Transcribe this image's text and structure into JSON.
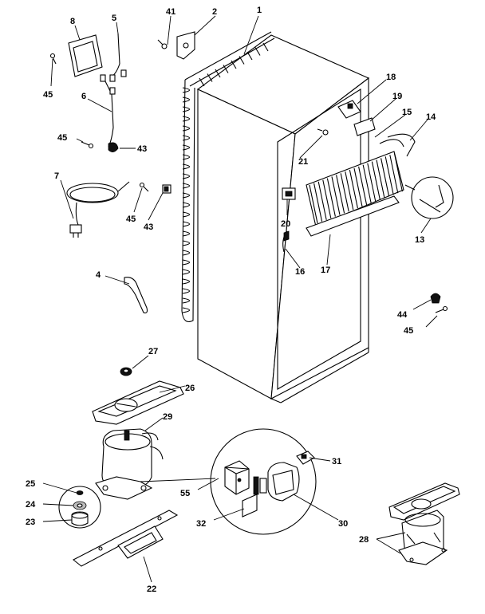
{
  "diagram": {
    "callouts": [
      {
        "id": "c8",
        "text": "8"
      },
      {
        "id": "c5",
        "text": "5"
      },
      {
        "id": "c41",
        "text": "41"
      },
      {
        "id": "c2",
        "text": "2"
      },
      {
        "id": "c1",
        "text": "1"
      },
      {
        "id": "c45a",
        "text": "45"
      },
      {
        "id": "c6",
        "text": "6"
      },
      {
        "id": "c45b",
        "text": "45"
      },
      {
        "id": "c43a",
        "text": "43"
      },
      {
        "id": "c7",
        "text": "7"
      },
      {
        "id": "c45c",
        "text": "45"
      },
      {
        "id": "c43b",
        "text": "43"
      },
      {
        "id": "c18",
        "text": "18"
      },
      {
        "id": "c19",
        "text": "19"
      },
      {
        "id": "c15",
        "text": "15"
      },
      {
        "id": "c14",
        "text": "14"
      },
      {
        "id": "c21",
        "text": "21"
      },
      {
        "id": "c20",
        "text": "20"
      },
      {
        "id": "c13",
        "text": "13"
      },
      {
        "id": "c16",
        "text": "16"
      },
      {
        "id": "c17",
        "text": "17"
      },
      {
        "id": "c4",
        "text": "4"
      },
      {
        "id": "c44",
        "text": "44"
      },
      {
        "id": "c45d",
        "text": "45"
      },
      {
        "id": "c27",
        "text": "27"
      },
      {
        "id": "c26",
        "text": "26"
      },
      {
        "id": "c29",
        "text": "29"
      },
      {
        "id": "c31",
        "text": "31"
      },
      {
        "id": "c25",
        "text": "25"
      },
      {
        "id": "c55",
        "text": "55"
      },
      {
        "id": "c24",
        "text": "24"
      },
      {
        "id": "c23",
        "text": "23"
      },
      {
        "id": "c32",
        "text": "32"
      },
      {
        "id": "c30",
        "text": "30"
      },
      {
        "id": "c28",
        "text": "28"
      },
      {
        "id": "c22",
        "text": "22"
      }
    ]
  }
}
